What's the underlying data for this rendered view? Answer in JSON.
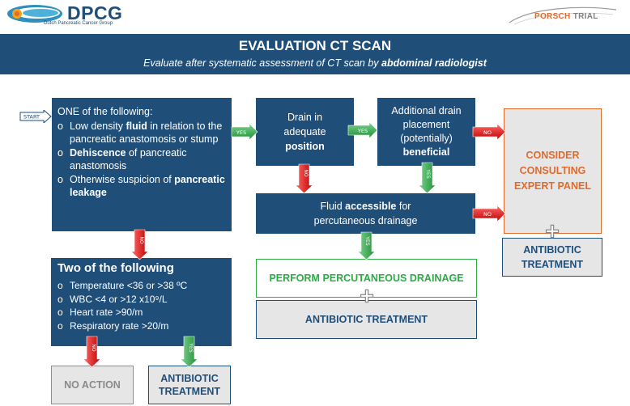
{
  "header": {
    "logo_text": "DPCG",
    "logo_subtitle": "Dutch Pancreatic Cancer Group",
    "trial_name_part1": "PORSCH",
    "trial_name_part2": "TRIAL"
  },
  "banner": {
    "title": "EVALUATION CT SCAN",
    "subtitle_plain": "Evaluate after systematic assessment of CT scan by ",
    "subtitle_bold": "abdominal radiologist"
  },
  "start_label": "START",
  "criteria": {
    "intro": "ONE of the following:",
    "items": [
      {
        "pre": "Low density ",
        "bold": "fluid",
        "post": " in relation to the pancreatic anastomosis or stump"
      },
      {
        "pre": "",
        "bold": "Dehiscence",
        "post": " of pancreatic anastomosis"
      },
      {
        "pre": "Otherwise suspicion of ",
        "bold": "pancreatic leakage",
        "post": ""
      }
    ]
  },
  "sirs": {
    "title": "Two of the following",
    "items": [
      "Temperature <36 or  >38 ºC",
      "WBC <4 or >12 x10⁹/L",
      "Heart rate >90/m",
      "Respiratory rate >20/m"
    ]
  },
  "drain_position": {
    "line1": "Drain in",
    "line2": "adequate",
    "bold": "position"
  },
  "additional_drain": {
    "line1": "Additional drain",
    "line2": "placement",
    "line3": "(potentially)",
    "bold": "beneficial"
  },
  "fluid": {
    "pre": "Fluid ",
    "bold": "accessible",
    "post": " for",
    "line2": "percutaneous drainage"
  },
  "consult": {
    "line1": "CONSIDER",
    "line2": "CONSULTING",
    "line3": "EXPERT PANEL"
  },
  "outcomes": {
    "no_action": "NO ACTION",
    "abx_line1": "ANTIBIOTIC",
    "abx_line2": "TREATMENT",
    "perc_drainage": "PERFORM PERCUTANEOUS DRAINAGE",
    "abx_single": "ANTIBIOTIC TREATMENT"
  },
  "arrow_labels": {
    "yes": "YES",
    "no": "NO"
  },
  "colors": {
    "navy": "#1f4e79",
    "grey_fill": "#e7e6e6",
    "yes_green": "#2bab45",
    "no_red": "#e31a1c",
    "orange": "#e06b2d"
  },
  "icons": [
    "dpcg-logo-icon",
    "porsch-swoosh-icon",
    "plus-icon"
  ]
}
